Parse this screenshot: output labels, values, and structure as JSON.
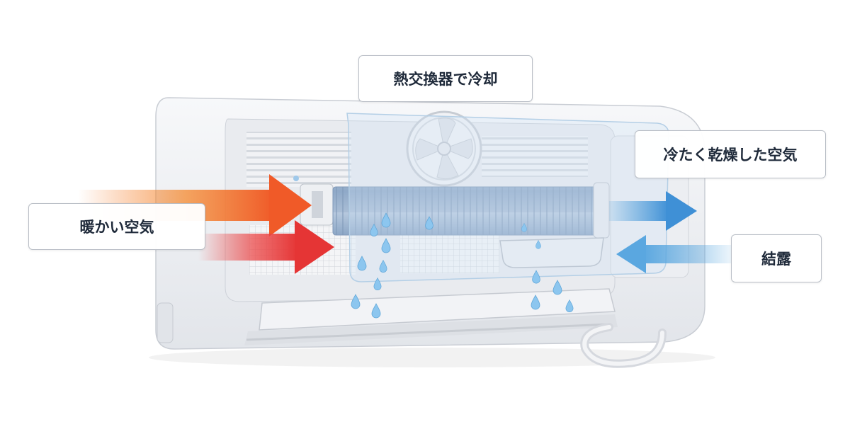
{
  "labels": {
    "heat_exchanger": "熱交換器で冷却",
    "cold_dry_air": "冷たく乾燥した空気",
    "warm_air": "暖かい空気",
    "condensation": "結露"
  },
  "colors": {
    "warm_arrow_top": "#f5792a",
    "warm_arrow_bottom": "#ec3b3b",
    "cold_arrow": "#4a9fdc",
    "coil": "#9db4cf",
    "droplet": "#8cc6ef",
    "unit_body": "#eef0f3"
  },
  "icons": [
    "fan-icon",
    "water-droplet-icon",
    "arrow-right-icon",
    "arrow-left-icon"
  ]
}
